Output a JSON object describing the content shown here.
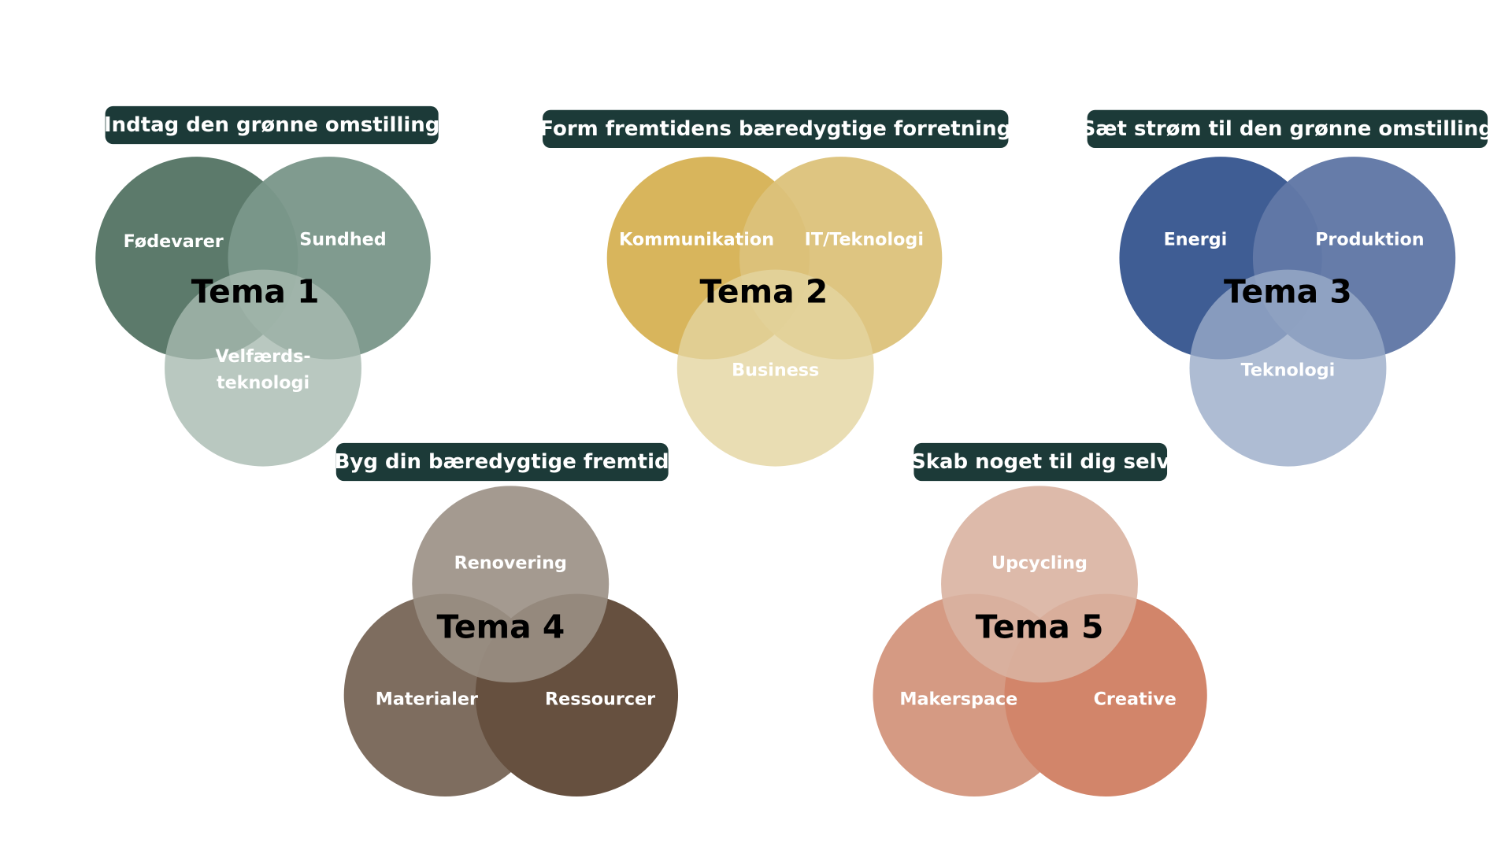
{
  "themes": [
    {
      "title": "Indtag den grønne omstilling",
      "name": "Tema 1",
      "circles": [
        {
          "label": "Fødevarer",
          "color": "#5c7a6b",
          "opacity": 1
        },
        {
          "label": "Sundhed",
          "color": "#7b978a",
          "opacity": 0.96
        },
        {
          "label_lines": [
            "Velfærds-",
            "teknologi"
          ],
          "color": "#a7bab0",
          "opacity": 0.8
        }
      ]
    },
    {
      "title": "Form fremtidens bæredygtige forretning",
      "name": "Tema 2",
      "circles": [
        {
          "label": "Kommunikation",
          "color": "#d8b55c",
          "opacity": 1
        },
        {
          "label": "IT/Teknologi",
          "color": "#dcc27a",
          "opacity": 0.95
        },
        {
          "label": "Business",
          "color": "#e4d4a0",
          "opacity": 0.8
        }
      ]
    },
    {
      "title": "Sæt strøm til den grønne omstilling",
      "name": "Tema 3",
      "circles": [
        {
          "label": "Energi",
          "color": "#3f5d94",
          "opacity": 1
        },
        {
          "label": "Produktion",
          "color": "#6178a6",
          "opacity": 0.97
        },
        {
          "label": "Teknologi",
          "color": "#9aabc8",
          "opacity": 0.8
        }
      ]
    },
    {
      "title": "Byg din bæredygtige fremtid",
      "name": "Tema 4",
      "circles": [
        {
          "label": "Renovering",
          "color": "#9a8f84",
          "opacity": 0.9
        },
        {
          "label": "Materialer",
          "color": "#7e6d5f",
          "opacity": 1
        },
        {
          "label": "Ressourcer",
          "color": "#66503f",
          "opacity": 1
        }
      ]
    },
    {
      "title": "Skab noget til dig selv",
      "name": "Tema 5",
      "circles": [
        {
          "label": "Upcycling",
          "color": "#d9b2a1",
          "opacity": 0.9
        },
        {
          "label": "Makerspace",
          "color": "#d59a83",
          "opacity": 1
        },
        {
          "label": "Creative",
          "color": "#d2856a",
          "opacity": 1
        }
      ]
    }
  ]
}
